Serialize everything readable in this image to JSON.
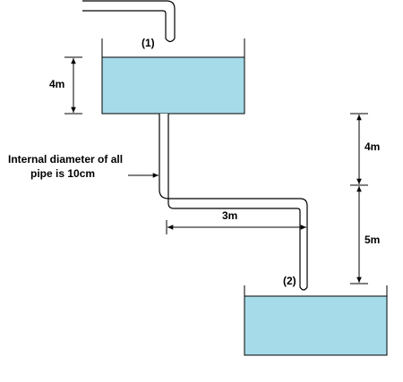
{
  "labels": {
    "tank1_point": "(1)",
    "tank2_point": "(2)",
    "tank1_depth": "4m",
    "rise_upper": "4m",
    "rise_lower": "5m",
    "horizontal_run": "3m",
    "pipe_note_line1": "Internal diameter of all",
    "pipe_note_line2": "pipe is 10cm"
  },
  "colors": {
    "water": "#a6dbe9",
    "line": "#000000"
  }
}
